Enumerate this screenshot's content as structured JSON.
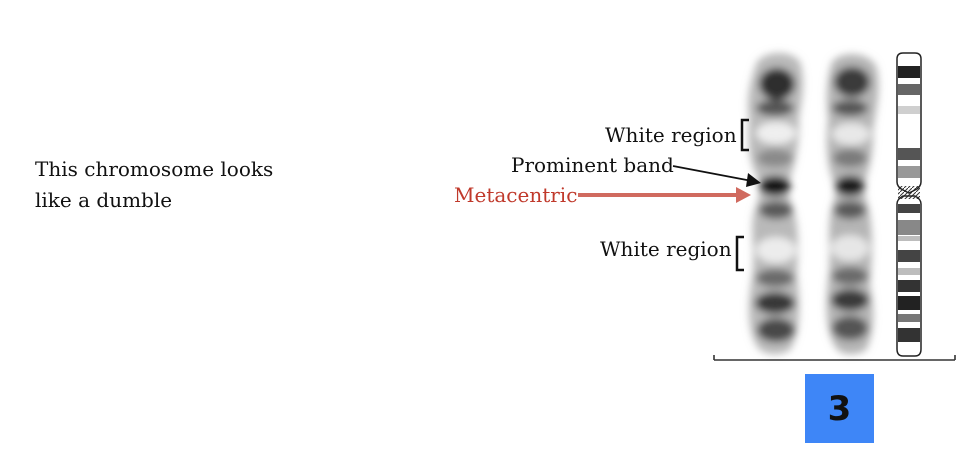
{
  "note": {
    "line1": "This chromosome looks",
    "line2": "like a dumble"
  },
  "labels": {
    "white_region_top": "White region",
    "prominent_band": "Prominent band",
    "metacentric": "Metacentric",
    "white_region_bottom": "White region"
  },
  "chromosome_number": "3",
  "colors": {
    "metacentric_label": "#c0392b",
    "metacentric_arrow": "#d06a5f",
    "number_box": "#3e86f7"
  }
}
